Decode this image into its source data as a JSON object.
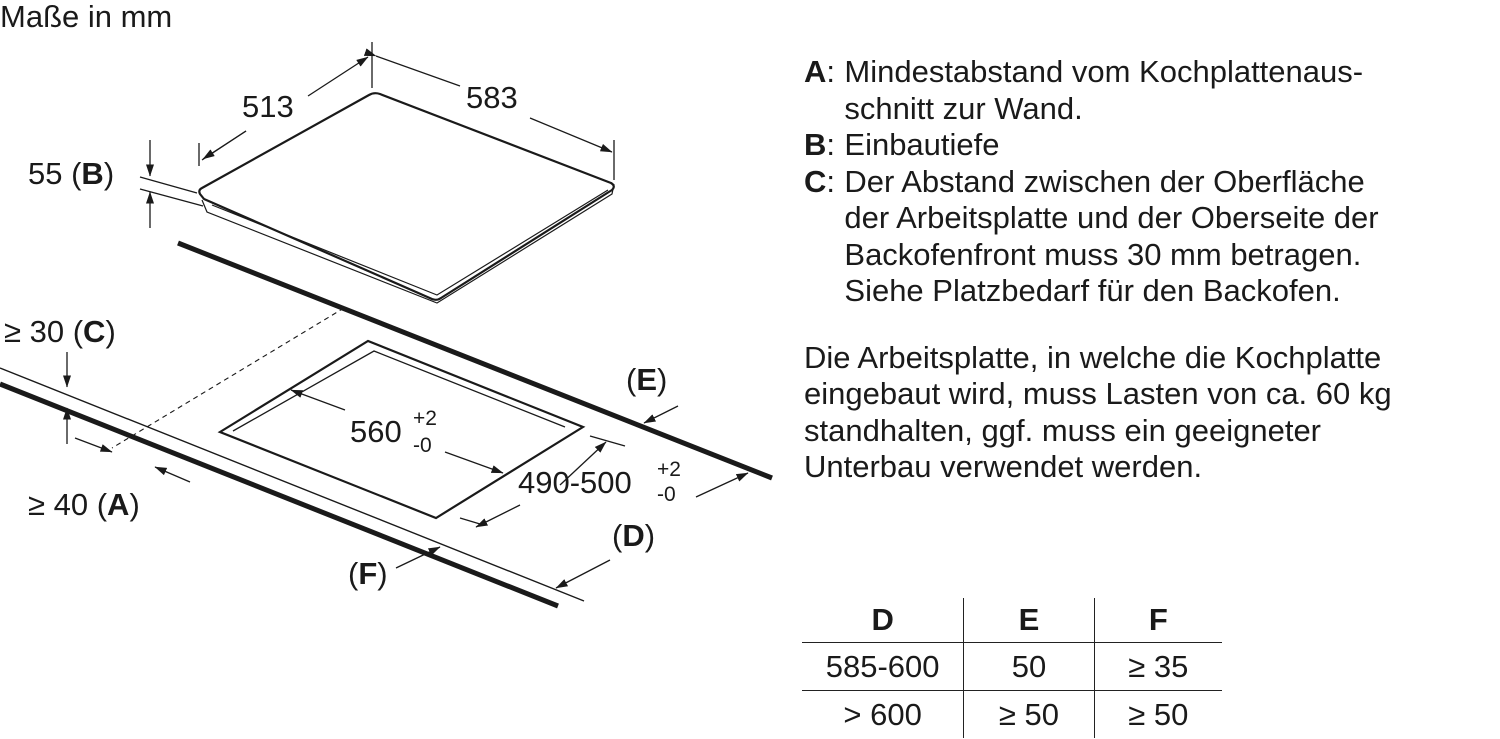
{
  "title": "Maße in mm",
  "dimensions": {
    "depth": "513",
    "width": "583",
    "height_value": "55",
    "height_key": "B",
    "min_wall_value": "≥ 30",
    "min_wall_key": "C",
    "min_front_value": "≥ 40",
    "min_front_key": "A",
    "cutout_width": "560",
    "cutout_depth": "490-500",
    "tol_plus": "+2",
    "tol_minus": "-0",
    "label_d": "D",
    "label_e": "E",
    "label_f": "F"
  },
  "legend": [
    {
      "key": "A",
      "lines": [
        "Mindestabstand vom Kochplattenaus-",
        "schnitt zur Wand."
      ]
    },
    {
      "key": "B",
      "lines": [
        "Einbautiefe"
      ]
    },
    {
      "key": "C",
      "lines": [
        "Der Abstand zwischen der Oberfläche",
        "der Arbeitsplatte und der Oberseite der",
        "Backofenfront muss 30 mm betragen.",
        "Siehe Platzbedarf für den Backofen."
      ]
    }
  ],
  "note": [
    "Die Arbeitsplatte, in welche die Kochplatte",
    "eingebaut wird, muss Lasten von ca. 60 kg",
    "standhalten, ggf. muss ein geeigneter",
    "Unterbau verwendet werden."
  ],
  "table": {
    "headers": [
      "D",
      "E",
      "F"
    ],
    "rows": [
      [
        "585-600",
        "50",
        "≥ 35"
      ],
      [
        "> 600",
        "≥ 50",
        "≥ 50"
      ]
    ]
  }
}
